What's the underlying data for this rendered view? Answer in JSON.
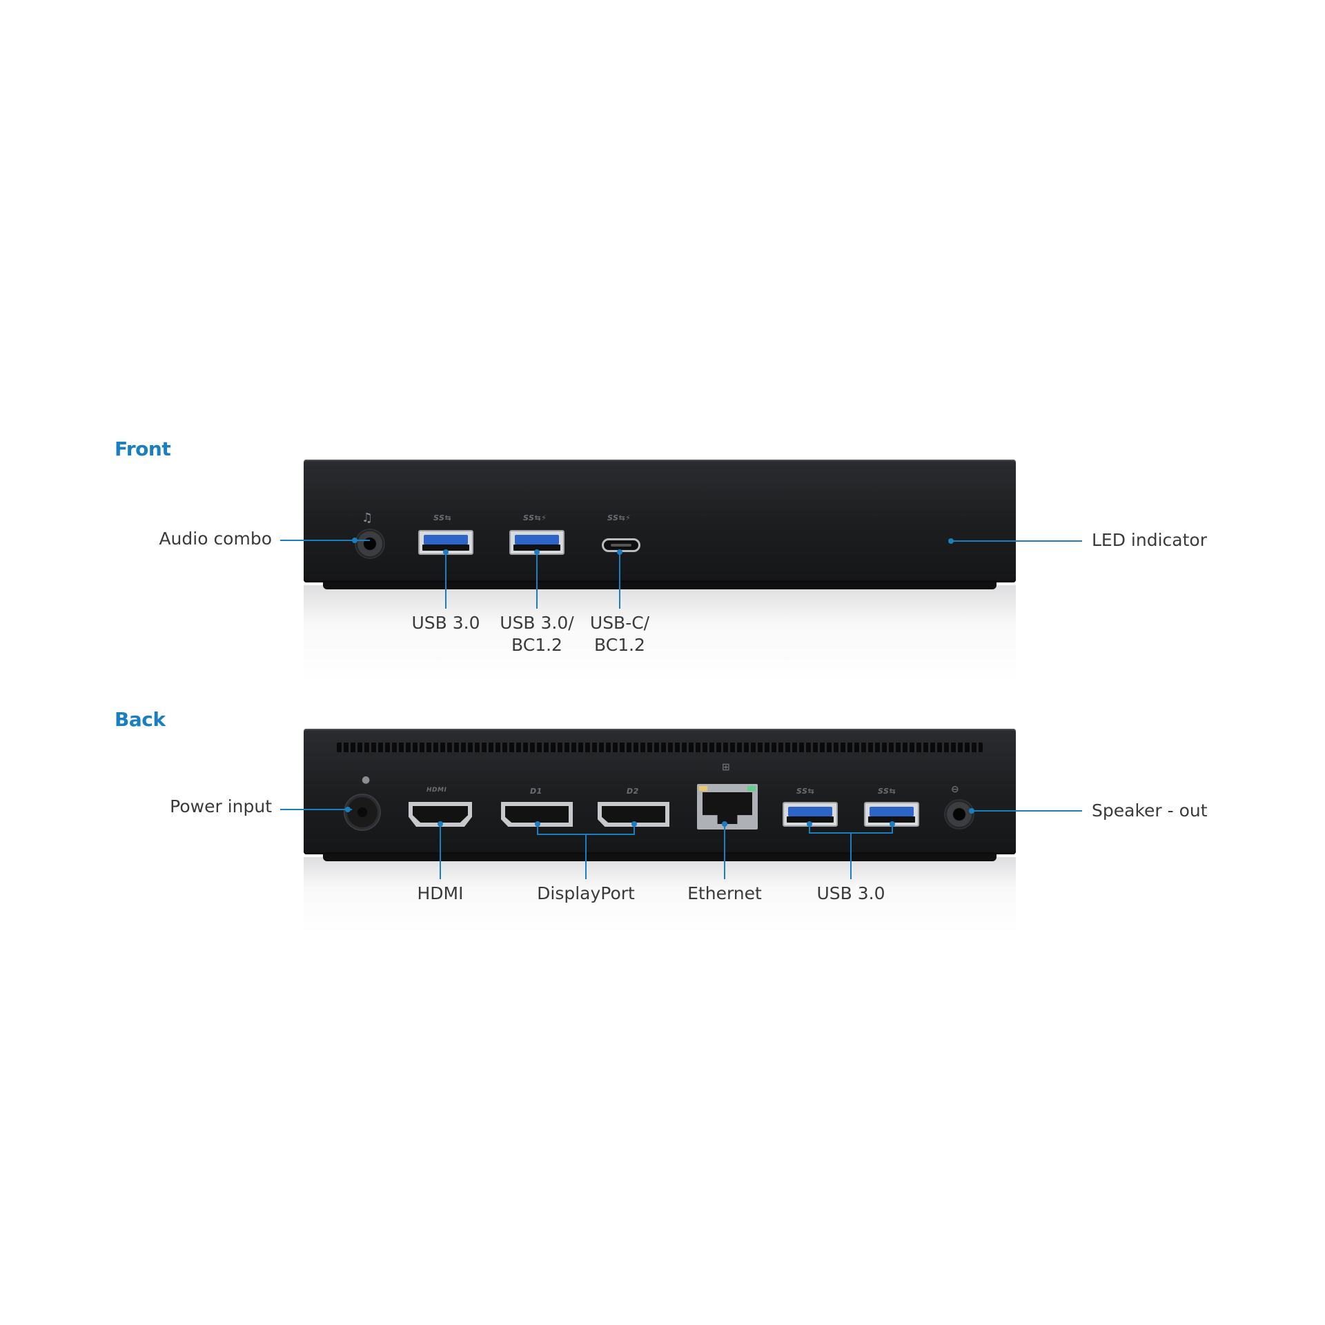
{
  "colors": {
    "accent": "#1a7ec2",
    "device": "#1e1f21",
    "label_text": "#3a3a3a"
  },
  "front": {
    "title": "Front",
    "labels": {
      "audio_combo": "Audio combo",
      "usb30": "USB 3.0",
      "usb30_bc_line1": "USB 3.0/",
      "usb30_bc_line2": "BC1.2",
      "usbc_line1": "USB-C/",
      "usbc_line2": "BC1.2",
      "led_indicator": "LED indicator"
    },
    "port_marks": {
      "usb30": "SS⇆",
      "usb30_bc": "SS⇆⚡",
      "usbc": "SS⇆⚡"
    }
  },
  "back": {
    "title": "Back",
    "labels": {
      "power_input": "Power input",
      "hdmi": "HDMI",
      "displayport": "DisplayPort",
      "ethernet": "Ethernet",
      "usb30": "USB 3.0",
      "speaker_out": "Speaker - out"
    },
    "port_marks": {
      "hdmi": "HDMI",
      "dp1": "D1",
      "dp2": "D2",
      "usb_a": "SS⇆",
      "usb_b": "SS⇆"
    }
  }
}
